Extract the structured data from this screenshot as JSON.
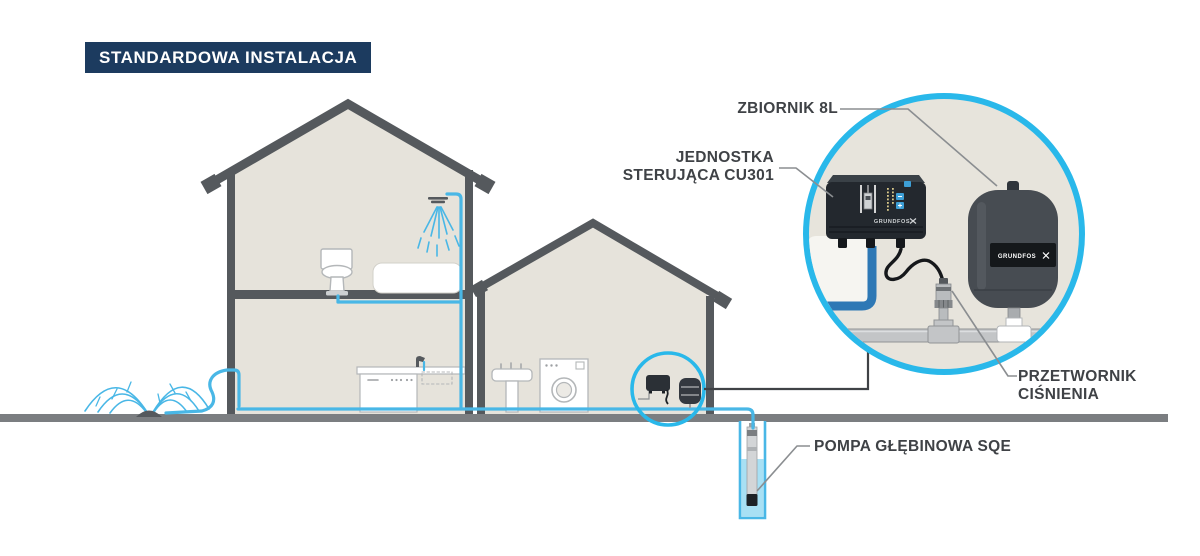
{
  "title": {
    "label": "STANDARDOWA INSTALACJA"
  },
  "callouts": {
    "tank": {
      "label": "ZBIORNIK 8L"
    },
    "control_unit": {
      "line1": "JEDNOSTKA",
      "line2": "STERUJĄCA CU301"
    },
    "pressure_sensor": {
      "line1": "PRZETWORNIK",
      "line2": "CIŚNIENIA"
    },
    "pump": {
      "label": "POMPA GŁĘBINOWA SQE"
    }
  },
  "branding": {
    "control_unit_logo": "GRUNDFOS",
    "tank_logo": "GRUNDFOS"
  },
  "colors": {
    "title_navy": "#1c3b5f",
    "accent_cyan": "#29b8ea",
    "pipe_blue": "#49b7e6",
    "magnified_pipe_blue": "#2e78b5",
    "structure_gray": "#55595d",
    "ground_gray": "#7b7e81",
    "wall_beige": "#e6e3db",
    "label_text": "#3f4246",
    "device_dark": "#23282e",
    "tank_dark": "#474c52"
  }
}
